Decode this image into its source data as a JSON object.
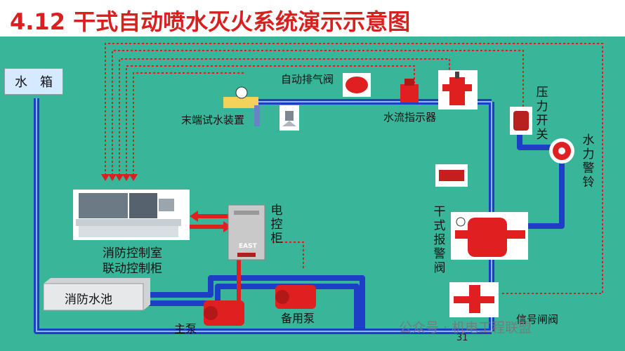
{
  "title": "4.12 干式自动喷水灭火系统演示示意图",
  "labels": {
    "water_tank": "水　箱",
    "auto_exhaust_valve": "自动排气阀",
    "end_test_device": "末端试水装置",
    "water_flow_indicator": "水流指示器",
    "pressure_switch": "压力开关",
    "water_alarm_bell": "水力警铃",
    "control_cabinet": "电控柜",
    "dry_alarm_valve": "干式报警阀",
    "fire_control_room_1": "消防控制室",
    "fire_control_room_2": "联动控制柜",
    "fire_pool": "消防水池",
    "main_pump": "主泵",
    "standby_pump": "备用泵",
    "signal_valve": "信号闸阀"
  },
  "cabinet_brand": "EAST",
  "watermark": "公众号 · 机电工程联盟",
  "page_number": "31",
  "colors": {
    "background": "#39b59a",
    "title": "#d9201f",
    "pipe": "#1d3fc6",
    "signal": "#d9201f",
    "equipment": "#e02020"
  }
}
